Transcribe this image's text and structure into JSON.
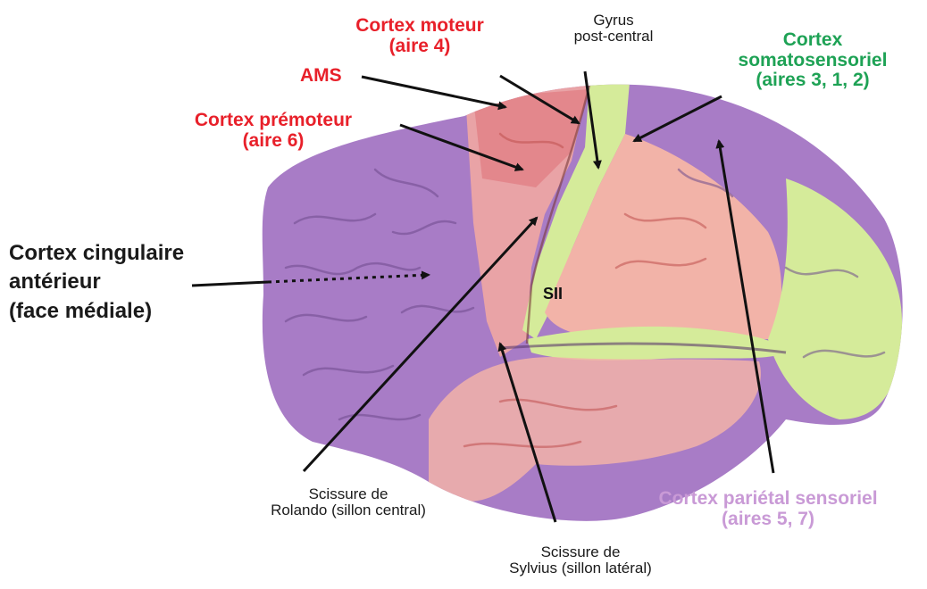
{
  "labels": {
    "cortex_moteur": [
      "Cortex moteur",
      "(aire 4)"
    ],
    "ams": "AMS",
    "cortex_premoteur": [
      "Cortex prémoteur",
      "(aire 6)"
    ],
    "gyrus_post_central": [
      "Gyrus",
      "post-central"
    ],
    "cortex_somatosensoriel": [
      "Cortex",
      "somatosensoriel",
      "(aires 3, 1, 2)"
    ],
    "cortex_cingulaire": [
      "Cortex cingulaire",
      "antérieur",
      "(face médiale)"
    ],
    "sii": "SII",
    "scissure_rolando": [
      "Scissure de",
      "Rolando (sillon central)"
    ],
    "scissure_sylvius": [
      "Scissure de",
      "Sylvius (sillon latéral)"
    ],
    "cortex_parietal": [
      "Cortex pariétal sensoriel",
      "(aires 5, 7)"
    ]
  },
  "colors": {
    "motor_red": "#e8202a",
    "somatosensory_green": "#1ea255",
    "parietal_violet": "#c99ad6",
    "brain_purple": "#a87cc6",
    "brain_pink": "#f2b3a8",
    "brain_lime": "#d5eb9a"
  }
}
